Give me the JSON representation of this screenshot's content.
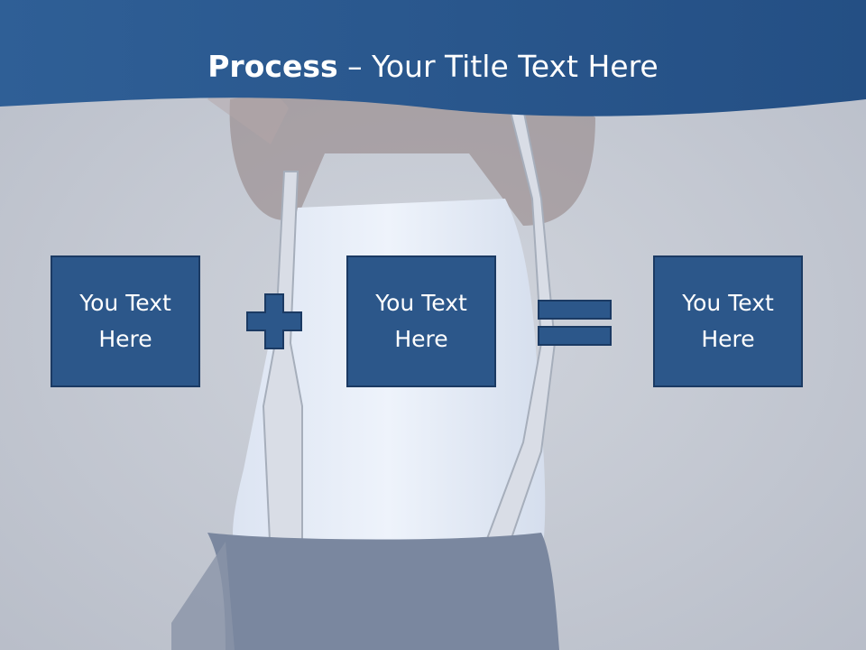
{
  "slide": {
    "title_bold": "Process",
    "title_rest": " – Your Title Text Here"
  },
  "process": {
    "box1": "You Text Here",
    "operator1": "plus-icon",
    "box2": "You Text Here",
    "operator2": "equals-icon",
    "box3": "You Text Here"
  },
  "colors": {
    "header_band": "#2f5f96",
    "box_fill": "#2c578a",
    "box_border": "#1b3a63",
    "background": "#c6cad3"
  }
}
